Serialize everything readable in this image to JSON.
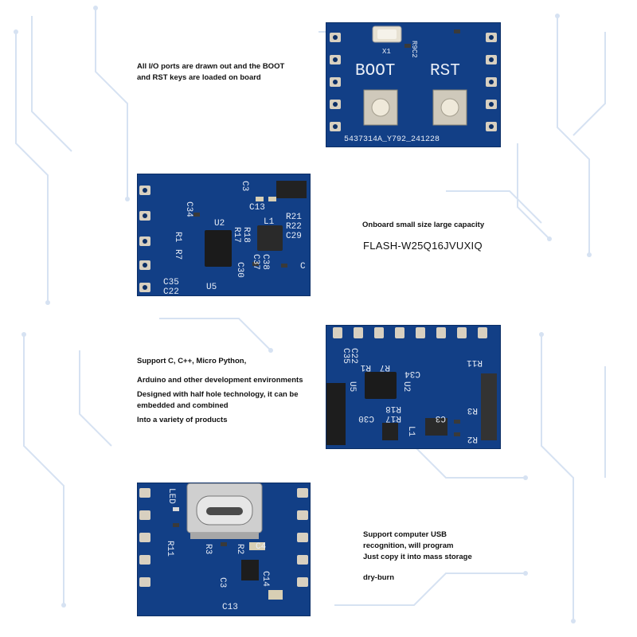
{
  "sections": [
    {
      "caption_lines": [
        "All I/O ports are drawn out and the BOOT",
        "and RST keys are loaded on board"
      ],
      "board": {
        "silkscreen": [
          "BOOT",
          "RST",
          "X1",
          "R9C2",
          "5437314A_Y792_241228"
        ]
      }
    },
    {
      "caption_lines": [
        "Onboard small size large capacity"
      ],
      "flash_text": "FLASH-W25Q16JVUXIQ",
      "board": {
        "silkscreen": [
          "C3",
          "C13",
          "C34",
          "U2",
          "L1",
          "R21",
          "R22",
          "C29",
          "R1",
          "R17",
          "R18",
          "R7",
          "C37",
          "C38",
          "C30",
          "C35",
          "C22",
          "U5",
          "C"
        ]
      }
    },
    {
      "caption_lines": [
        "Support C, C++, Micro Python,",
        "Arduino and other development environments",
        "Designed with half hole technology, it can be",
        "embedded and combined",
        "Into a variety of products"
      ],
      "board": {
        "silkscreen": [
          "C35",
          "C22",
          "R1",
          "R7",
          "C34",
          "U2",
          "U5",
          "C30",
          "R18",
          "R17",
          "L1",
          "C3",
          "R3",
          "R2",
          "R11"
        ]
      }
    },
    {
      "caption_lines": [
        "Support computer USB",
        "recognition, will program",
        "Just copy it into mass storage",
        "dry-burn"
      ],
      "board": {
        "silkscreen": [
          "LED",
          "R11",
          "R3",
          "R2",
          "C4",
          "C3",
          "C14",
          "C13"
        ]
      }
    }
  ],
  "colors": {
    "pcb": "#123f86",
    "pcb_dark": "#0c2f66",
    "silkscreen": "#e9eef7",
    "pad": "#d8d0c0",
    "trace_bg": "#cfdcee"
  }
}
